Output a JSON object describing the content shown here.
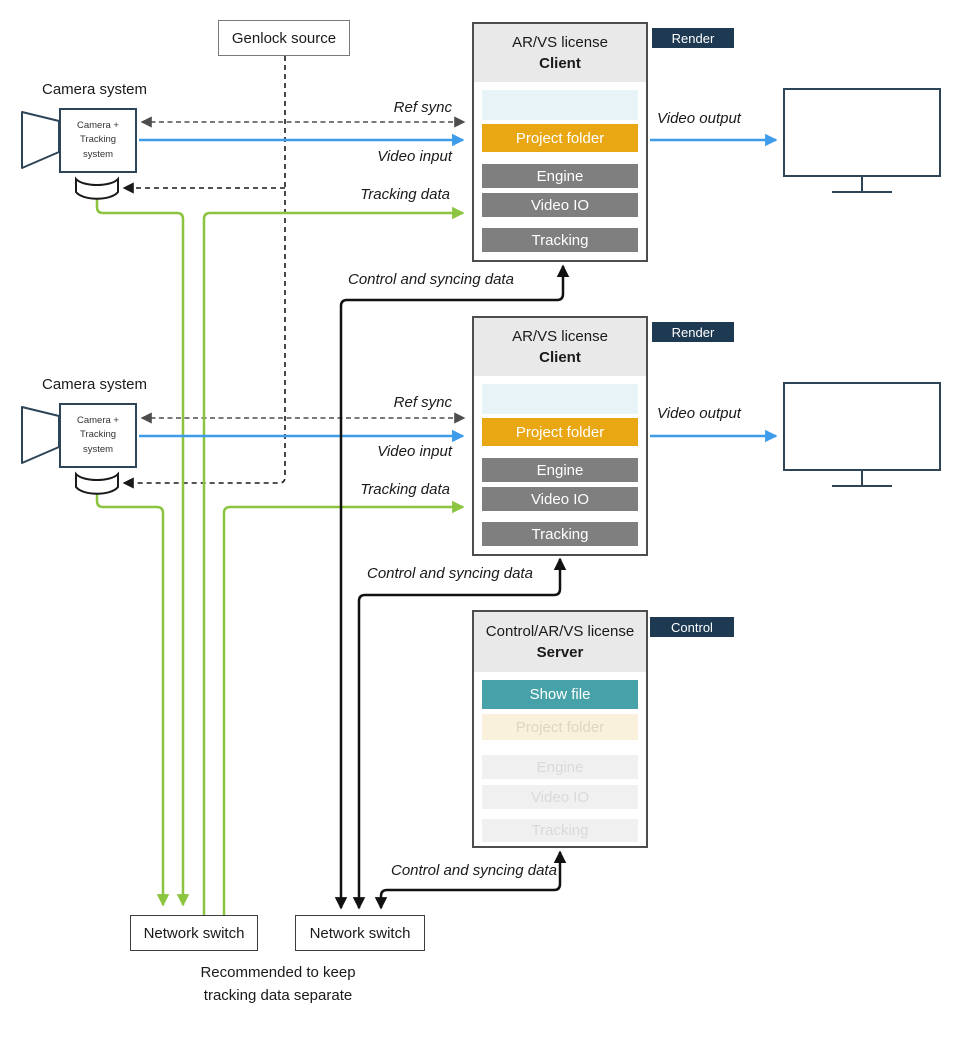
{
  "genlock": {
    "label": "Genlock source"
  },
  "cameras": [
    {
      "label": "Camera system",
      "device": "Camera +\nTracking\nsystem"
    },
    {
      "label": "Camera system",
      "device": "Camera +\nTracking\nsystem"
    }
  ],
  "clients": [
    {
      "license": "AR/VS license",
      "role": "Client",
      "tag": "Render",
      "modules": {
        "project_folder": "Project folder",
        "engine": "Engine",
        "video_io": "Video IO",
        "tracking": "Tracking"
      }
    },
    {
      "license": "AR/VS license",
      "role": "Client",
      "tag": "Render",
      "modules": {
        "project_folder": "Project folder",
        "engine": "Engine",
        "video_io": "Video IO",
        "tracking": "Tracking"
      }
    }
  ],
  "server": {
    "license": "Control/AR/VS license",
    "role": "Server",
    "tag": "Control",
    "modules": {
      "show_file": "Show file",
      "project_folder": "Project folder",
      "engine": "Engine",
      "video_io": "Video IO",
      "tracking": "Tracking"
    }
  },
  "switches": [
    {
      "label": "Network switch"
    },
    {
      "label": "Network switch"
    }
  ],
  "note": "Recommended to keep\ntracking data separate",
  "edge_labels": {
    "ref_sync_1": "Ref sync",
    "video_input_1": "Video input",
    "tracking_data_1": "Tracking data",
    "video_output_1": "Video output",
    "control_1": "Control and syncing data",
    "ref_sync_2": "Ref sync",
    "video_input_2": "Video input",
    "tracking_data_2": "Tracking data",
    "video_output_2": "Video output",
    "control_2": "Control and syncing data",
    "control_3": "Control and syncing data"
  },
  "colors": {
    "video_line": "#3e9ce9",
    "tracking_line": "#8bc53f",
    "control_line": "#111111",
    "ref_sync_line": "#4d4d4d",
    "genlock_line": "#1a1a1a",
    "project_folder": "#e8a713",
    "show_file": "#46a2a8",
    "module_gray": "#7f7f7f",
    "tag_bg": "#1d3a52",
    "empty_slot": "#e8f3f7"
  }
}
